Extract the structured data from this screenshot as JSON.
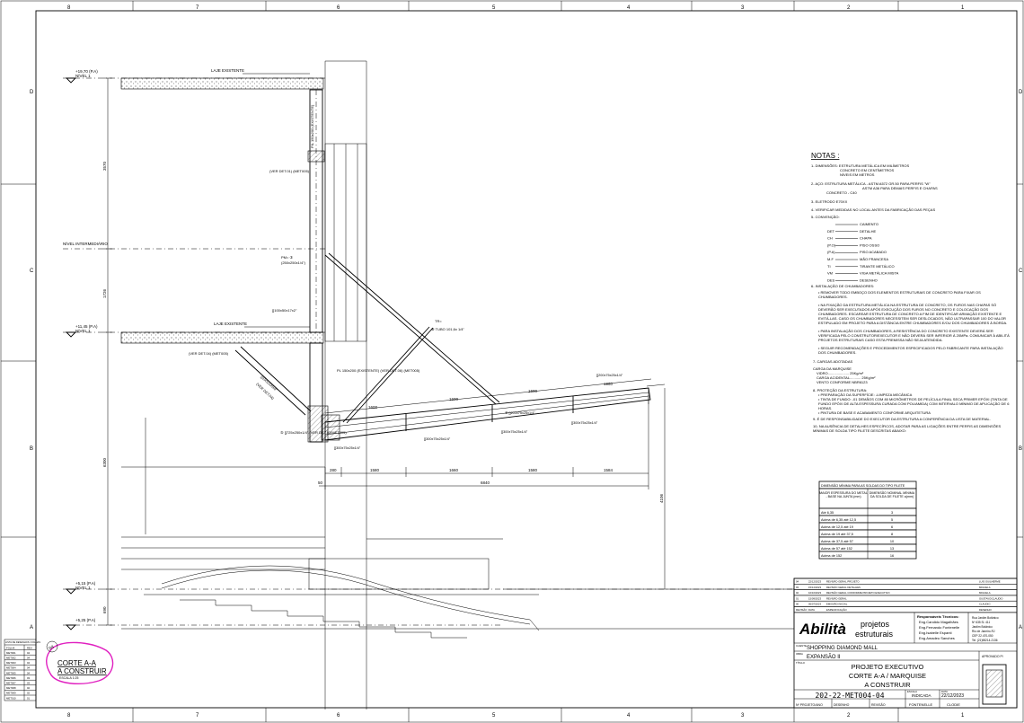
{
  "border": {
    "columns_top": [
      "8",
      "7",
      "6",
      "5",
      "4",
      "3",
      "2",
      "1"
    ],
    "columns_bottom": [
      "8",
      "7",
      "6",
      "5",
      "4",
      "3",
      "2",
      "1"
    ],
    "rows_left": [
      "D",
      "C",
      "B",
      "A"
    ],
    "rows_right": [
      "D",
      "C",
      "B",
      "A"
    ]
  },
  "levels": {
    "top": "+19,70 (P.A)",
    "top_sub": "NÍVEL 1",
    "mid": "NÍVEL INTERMEDIÁRIO",
    "lower": "+11,45 (P.A)",
    "lower_sub": "NÍVEL 1",
    "ground1": "+5,15 (P.A)",
    "ground1_sub": "NÍVEL 1",
    "ground2": "+5,25 (P.A)"
  },
  "labels": {
    "laje_top": "LAJE EXISTENTE",
    "laje_mid": "LAJE EXISTENTE",
    "pil_top": "PIL 150x200 (EXISTENTE)",
    "ver_det01": "(VER DET.01) (MET005)",
    "pm_1": "PM= ③",
    "pm_1b": "(250x250x1/4\")",
    "tube_1": "[]100x50x17x2\"",
    "ver_det04": "(VER DET.04) (MET005)",
    "diag_tube": "[]150x100x4\"",
    "diag_note": "(VER DET.04)",
    "pil_exist": "PL 150x200 (EXISTENTE) (VER DET.06) (MET005)",
    "base_plate": "⑤ []725x250x1/4\" (VER DET.03/MET005)",
    "brace_tag": "TR=",
    "brace": "⑧ TUBO 101,6x 1/4\"",
    "beam_tag_1": "[]200x75x25x1/4\"",
    "beam_tag_2": "⑥ []200x75x25x1/4\"",
    "beam_tag_3": "[]300x75x25x1/4\"",
    "beam_tag_4": "[]300x75x25x1/4\"",
    "beam_tag_5": "[]300x75x25x1/4\"",
    "beam_tag_6": "[]300x75x25x1/4\""
  },
  "dims": {
    "top_spans": [
      "1600",
      "1600",
      "1600",
      "1960"
    ],
    "bottom_spans": [
      "280",
      "1580",
      "1660",
      "1580",
      "1584"
    ],
    "bottom_total": "6840",
    "left_offset": "50",
    "vert_upper": "3570",
    "vert_mid": "1726",
    "vert_low": "6300",
    "vert_right": "4106",
    "vert_bottom": "690"
  },
  "notes": {
    "title": "NOTAS :",
    "n1": "1- DIMENSÕES: ESTRUTURA METÁLICA EM MILÍMETROS",
    "n1b": "CONCRETO EM CENTÍMETROS",
    "n1c": "NÍVEIS EM METROS",
    "n2": "2- AÇO: ESTRUTURA METÁLICA - ASTM A572 GR.50 PARA PERFIS \"W\"",
    "n2b": "ASTM A36 PARA DEMAIS PERFIS E CHAPAS",
    "n2c": "CONCRETO - C40",
    "n3": "3- ELETRODO E70XX",
    "n4": "4- VERIFICAR MEDIDAS NO LOCAL ANTES DA FABRICAÇÃO DAS PEÇAS",
    "n5": "5- CONVENÇÃO:",
    "conv": [
      [
        "",
        "CAIMENTO"
      ],
      [
        "DET",
        "DETALHE"
      ],
      [
        "CH",
        "CHAPA"
      ],
      [
        "(P.O)",
        "PISO OSSO"
      ],
      [
        "(P.A)",
        "PISO ACABADO"
      ],
      [
        "M.F",
        "MÃO FRANCESA"
      ],
      [
        "TI",
        "TIRANTE METÁLICO"
      ],
      [
        "VM",
        "VIGA METÁLICA MISTA"
      ],
      [
        "DES",
        "DESENHO"
      ]
    ],
    "n6": "6- INSTALAÇÃO DE CHUMBADORES:",
    "n6a": "• REMOVER TODO EMBOÇO DOS ELEMENTOS ESTRUTURAIS DE CONCRETO PARA FIXAR OS CHUMBADORES.",
    "n6b": "• NA FIXAÇÃO DA ESTRUTURA METÁLICA NA ESTRUTURA DE CONCRETO, OS FUROS NAS CHAPAS SÓ DEVERÃO SER EXECUTADOS APÓS EXECUÇÃO DOS FUROS NO CONCRETO E COLOCAÇÃO DOS CHUMBADORES. ESCAREAR ESTRUTURA DE CONCRETO A FIM DE IDENTIFICAR ARMAÇÃO EXISTENTE E EVITÁ-LAS. CASO OS CHUMBADORES NECESSITEM SER DESLOCADOS, NÃO ULTRAPASSAR 100 DO VALOR ESTIPULADO EM PROJETO PARA A DISTÂNCIA ENTRE CHUMBADORES E/OU DOS CHUMBADORES À BORDA.",
    "n6c": "• PARA INSTALAÇÃO DOS CHUMBADORES, A RESISTÊNCIA DO CONCRETO EXISTENTE DEVERÁ SER VERIFICADA PELO CONSTRUTOR/EXECUTOR E NÃO DEVERÁ SER INFERIOR À 20MPa. COMUNICAR À ABILITÁ PROJETOS ESTRUTURAIS CASO ESTA PREMISSA NÃO SEJA ATENDIDA.",
    "n6d": "• SEGUIR RECOMENDAÇÕES E PROCEDIMENTOS ESPECIFICADOS PELO FABRICANTE PARA INSTALAÇÃO DOS CHUMBADORES.",
    "n7": "7- CARGAS ADOTADAS",
    "n7a": "CARGA DA MARQUISE",
    "n7b": "VIDRO..................... 25Kg/m²",
    "n7c": "CARGA ACIDENTAL........... 25Kg/m²",
    "n7d": "VENTO CONFORME NBR6123",
    "n8": "8- PROTEÇÃO DA ESTRUTURA:",
    "n8a": "• PREPARAÇÃO DA SUPERFÍCIE: -LIMPEZA MECÂNICA",
    "n8b": "• TINTA DE FUNDO: -01 DEMÃOS COM 80 MICRÔMETROS DE PELÍCULA FINAL SECA PRIMER EPÓXI (TINTA DE FUNDO EPÓXI DE ALTA ESPESSURA CURADA COM POLIAMIDA) COM INTERVALO MÍNIMO DE APLICAÇÃO DE 6 HORAS.",
    "n8c": "• PINTURA DE BASE E ACABAMENTO CONFORME ARQUITETURA",
    "n9": "9- É DE RESPONSABILIDADE DO EXECUTOR DA ESTRUTURA A CONFERÊNCIA DA LISTA DE MATERIAL.",
    "n10": "10- NA AUSÊNCIA DE DETALHES ESPECÍFICOS, ADOTAR PARA AS LIGAÇÕES ENTRE PERFIS AS DIMENSÕES MÍNIMAS DE SOLDA TIPO FILETE DESCRITAS ABAIXO:"
  },
  "weld_table": {
    "caption": "DIMENSÃO MÍNIMA PARA AS SOLDAS DO TIPO FILETE",
    "head_1": "MAIOR ESPESSURA DO METAL - BASE NA JUNTA (mm)",
    "head_2": "DIMENSÃO NOMINAL MÍNIMA DA SOLDA DE FILETE a(mm)",
    "rows": [
      [
        "Até 6,35",
        "3"
      ],
      [
        "Acima de 6,35 até 12,5",
        "5"
      ],
      [
        "Acima de 12,5 até 19",
        "6"
      ],
      [
        "Acima de 19 até 37,5",
        "8"
      ],
      [
        "Acima de 37,5 até 57",
        "10"
      ],
      [
        "Acima de 57 até 152",
        "13"
      ],
      [
        "Acima de 152",
        "16"
      ]
    ]
  },
  "revisions": [
    [
      "04",
      "22/12/2023",
      "REVISÃO GERAL PROJETO",
      "LUIS GUILHERME"
    ],
    [
      "03",
      "15/12/2023",
      "REVISÃO GERAL DETALHES",
      "MIGUELA"
    ],
    [
      "02",
      "10/10/2023",
      "REVISÃO GERAL CONFORME PROJETO EXECUTIVO",
      "MIGUELA"
    ],
    [
      "01",
      "15/09/2023",
      "REVISÃO GERAL",
      "GUSTAVO/CLAUDIO"
    ],
    [
      "00",
      "05/07/2023",
      "EMISSÃO INICIAL",
      "CLAUDIO"
    ],
    [
      "REVISÃO",
      "DATA",
      "ESPECIFICAÇÃO",
      "DESENHO"
    ]
  ],
  "title_block": {
    "logo": "Abilità",
    "firm_1": "projetos",
    "firm_2": "estruturais",
    "resp_title": "Responsáveis Técnicos:",
    "resp": [
      "Eng.Candido Magalhães",
      "Eng.Fernando Fontenelle",
      "Eng.Isabelle Espanti",
      "Eng.Amadeu Sanches"
    ],
    "address": [
      "Rua Jardim Botânico",
      "Nº 635 Sl. 411",
      "Jardim Botânico",
      "Rio de Janeiro-RJ",
      "CEP 22.470-050",
      "Tel. (21)98214-2136"
    ],
    "client_label": "CLIENTE",
    "client": "SHOPPING DIAMOND MALL",
    "obra_label": "OBRA",
    "obra": "EXPANSÃO II",
    "titulo_label": "TÍTULO",
    "title_1": "PROJETO EXECUTIVO",
    "title_2": "CORTE A-A / MARQUISE",
    "title_3": "A CONSTRUIR",
    "drawing_no": "202-22-MET004-04",
    "escala_label": "ESCALA",
    "escala": "INDICADA",
    "data_label": "DATA",
    "data": "22/12/2023",
    "np_label": "Nº PROJETO/ANO",
    "desenho_label": "DESENHO",
    "revisao_label": "REVISÃO",
    "desenho": "FONTENELLE",
    "revisao": "CLODIE",
    "folha_label": "APROVADO P/"
  },
  "cut_tag": {
    "number": "04",
    "line_1": "CORTE A-A",
    "line_2": "A CONSTRUIR",
    "line_3": "ESCALA 1:25"
  },
  "legend_box": {
    "title": "LISTA DE DESENHOS / FOLHAS",
    "rows": [
      [
        "FOLHA",
        "REV."
      ],
      [
        "MET001",
        "04"
      ],
      [
        "MET002",
        "04"
      ],
      [
        "MET003",
        "04"
      ],
      [
        "MET004",
        "04"
      ],
      [
        "MET005",
        "04"
      ],
      [
        "MET006",
        "03"
      ],
      [
        "MET007",
        "03"
      ],
      [
        "MET008",
        "02"
      ],
      [
        "MET009",
        "02"
      ],
      [
        "MET010",
        "01"
      ]
    ]
  }
}
